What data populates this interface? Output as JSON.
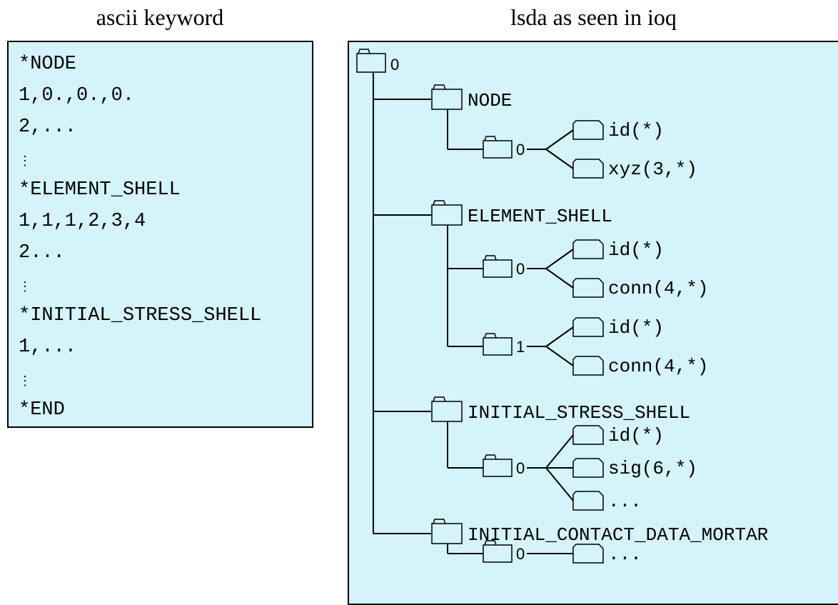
{
  "captions": {
    "left": "ascii keyword",
    "right": "lsda as seen in ioq"
  },
  "ascii_lines": [
    "*NODE",
    "1,0.,0.,0.",
    "2,...",
    "⋮",
    "*ELEMENT_SHELL",
    "1,1,1,2,3,4",
    "2...",
    "⋮",
    "*INITIAL_STRESS_SHELL",
    "1,...",
    "⋮",
    "*END"
  ],
  "tree": {
    "root": "0",
    "groups": [
      {
        "name": "NODE",
        "subfolders": [
          {
            "name": "0",
            "files": [
              "id(*)",
              "xyz(3,*)"
            ]
          }
        ]
      },
      {
        "name": "ELEMENT_SHELL",
        "subfolders": [
          {
            "name": "0",
            "files": [
              "id(*)",
              "conn(4,*)"
            ]
          },
          {
            "name": "1",
            "files": [
              "id(*)",
              "conn(4,*)"
            ]
          }
        ]
      },
      {
        "name": "INITIAL_STRESS_SHELL",
        "subfolders": [
          {
            "name": "0",
            "files": [
              "id(*)",
              "sig(6,*)",
              "..."
            ]
          }
        ]
      },
      {
        "name": "INITIAL_CONTACT_DATA_MORTAR",
        "subfolders": [
          {
            "name": "0",
            "files": [
              "..."
            ]
          }
        ]
      }
    ]
  },
  "icons": {
    "folder": "folder-icon",
    "file": "file-icon"
  },
  "colors": {
    "panel_background": "#d4f3fb",
    "line": "#000000"
  }
}
